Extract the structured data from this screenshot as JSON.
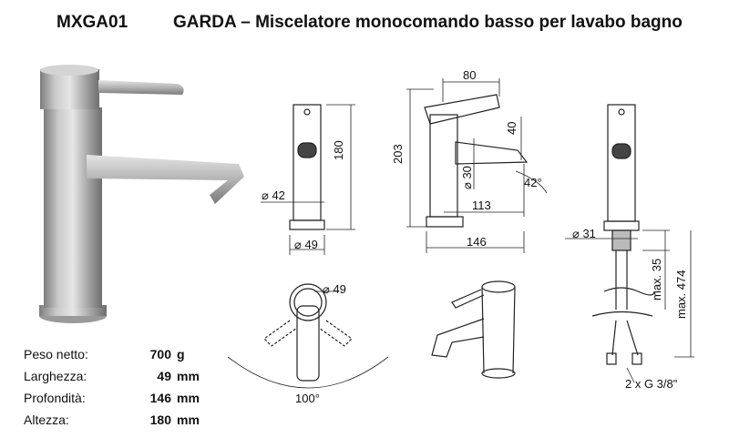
{
  "header": {
    "code": "MXGA01",
    "title": "GARDA – Miscelatore monocomando basso per lavabo bagno"
  },
  "specs": [
    {
      "label": "Peso netto:",
      "value": "700",
      "unit": "g"
    },
    {
      "label": "Larghezza:",
      "value": "49",
      "unit": "mm"
    },
    {
      "label": "Profondità:",
      "value": "146",
      "unit": "mm"
    },
    {
      "label": "Altezza:",
      "value": "180",
      "unit": "mm"
    }
  ],
  "drawings": {
    "front": {
      "dia_body": "⌀ 42",
      "height": "180",
      "dia_base": "⌀ 49"
    },
    "side": {
      "top_width": "80",
      "total_height": "203",
      "spout_height": "40",
      "dia_spout": "⌀ 30",
      "angle": "42°",
      "spout_reach": "113",
      "depth": "146"
    },
    "top": {
      "dia_top": "⌀ 49",
      "rotation": "100°"
    },
    "install": {
      "dia_shank": "⌀ 31",
      "max_35": "max. 35",
      "max_474": "max. 474",
      "connection": "2 x G 3/8\""
    }
  },
  "colors": {
    "steel_light": "#d8d8d8",
    "steel_dark": "#8a8a8a"
  }
}
